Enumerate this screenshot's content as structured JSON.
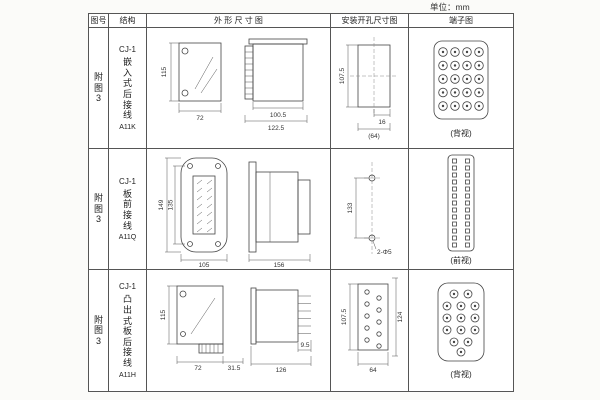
{
  "unit_label": "单位：mm",
  "headers": {
    "fig_no": "图号",
    "structure": "结构",
    "outline": "外 形 尺 寸 图",
    "mounting": "安装开孔尺寸图",
    "terminal": "端子图"
  },
  "rows": [
    {
      "fig_no": "附图3",
      "model": "CJ-1",
      "structure": "嵌入式后接线",
      "code": "A11K",
      "outline_dims": [
        "115",
        "72",
        "100.5",
        "122.5"
      ],
      "mount_dims": [
        "107.5",
        "16",
        "(64)"
      ],
      "terminal_label": "(背视)"
    },
    {
      "fig_no": "附图3",
      "model": "CJ-1",
      "structure": "板前接线",
      "code": "A11Q",
      "outline_dims": [
        "149",
        "135",
        "105",
        "156"
      ],
      "mount_dims": [
        "133",
        "2-Φ5"
      ],
      "terminal_label": "(前视)"
    },
    {
      "fig_no": "附图3",
      "model": "CJ-1",
      "structure": "凸出式板后接线",
      "code": "A11H",
      "outline_dims": [
        "115",
        "72",
        "31.5",
        "9.5",
        "126"
      ],
      "mount_dims": [
        "107.5",
        "124",
        "64"
      ],
      "terminal_label": "(背视)"
    }
  ]
}
